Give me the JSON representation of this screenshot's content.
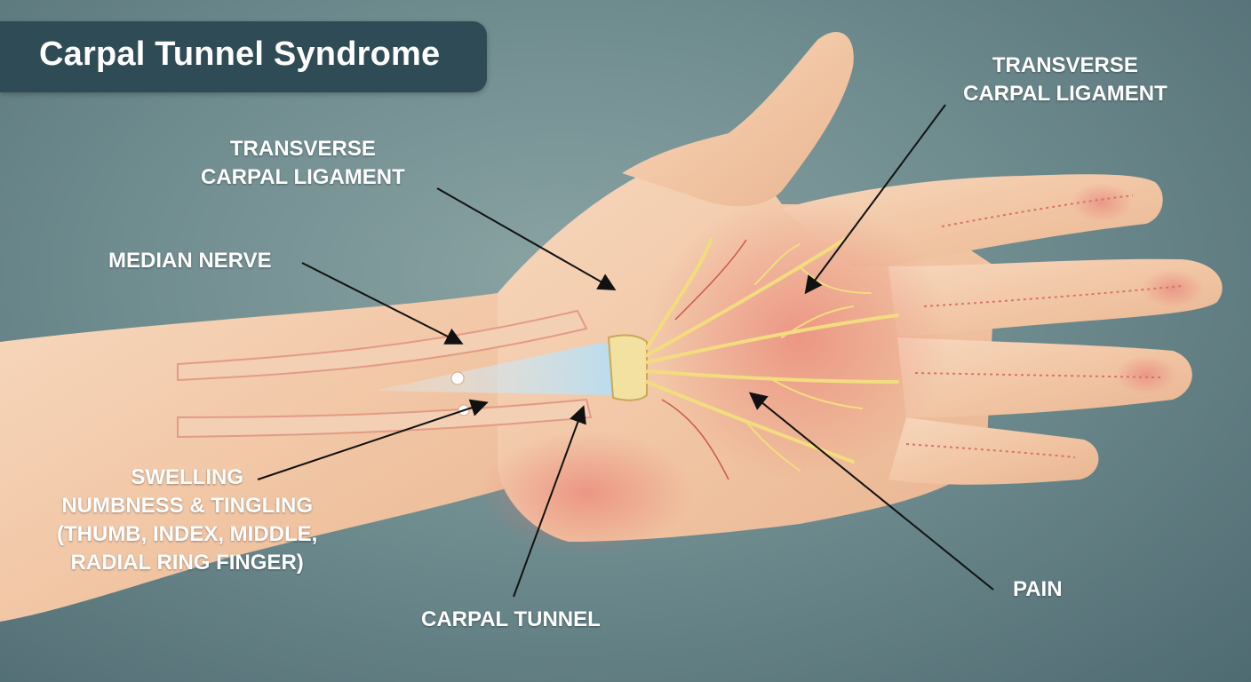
{
  "title": "Carpal Tunnel Syndrome",
  "labels": {
    "tcl_left": [
      "TRANSVERSE",
      "CARPAL LIGAMENT"
    ],
    "tcl_right": [
      "TRANSVERSE",
      "CARPAL LIGAMENT"
    ],
    "median_nerve": "MEDIAN NERVE",
    "symptoms": [
      "SWELLING",
      "NUMBNESS & TINGLING",
      "(THUMB, INDEX, MIDDLE,",
      "RADIAL RING FINGER)"
    ],
    "carpal_tunnel": "CARPAL TUNNEL",
    "pain": "PAIN"
  },
  "colors": {
    "background": "#6f8c8f",
    "title_box": "#2f4c56",
    "skin": "#f2c9a8",
    "nerve": "#f5e39a",
    "inflammation": "#e8706a",
    "swelling_cone": "#cfe6f2"
  }
}
